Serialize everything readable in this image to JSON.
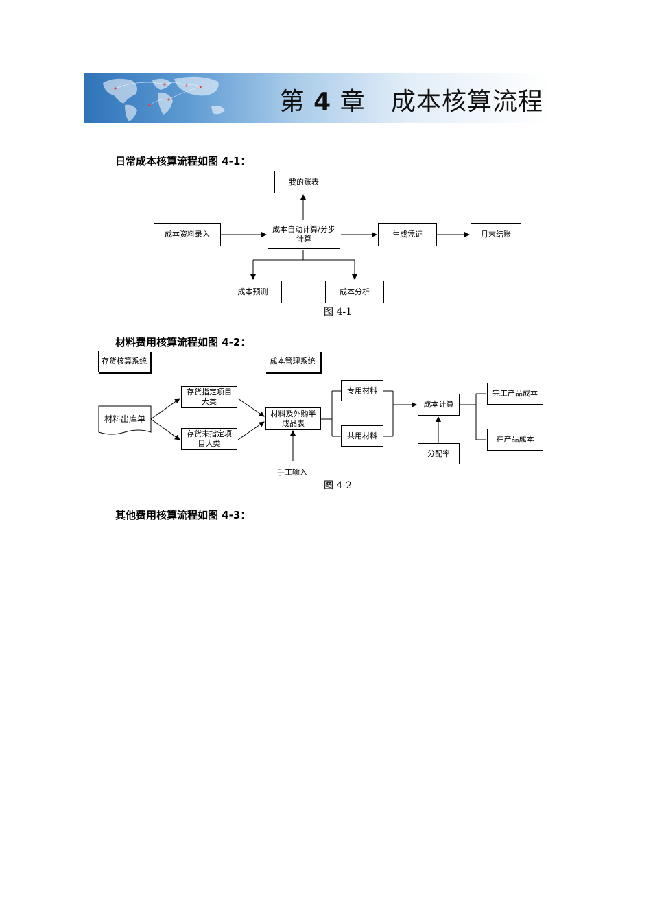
{
  "banner": {
    "chapter_prefix": "第",
    "chapter_number": "4",
    "chapter_suffix": "章",
    "chapter_title": "成本核算流程"
  },
  "sections": {
    "s1_heading": "日常成本核算流程如图 4-1：",
    "s2_heading": "材料费用核算流程如图 4-2：",
    "s3_heading": "其他费用核算流程如图 4-3："
  },
  "fig1": {
    "my_ledger": "我的账表",
    "data_entry": "成本资料录入",
    "auto_calc": "成本自动计算/分步计算",
    "gen_voucher": "生成凭证",
    "month_close": "月末结账",
    "forecast": "成本预测",
    "analysis": "成本分析",
    "caption": "图 4-1"
  },
  "fig2": {
    "inventory_system": "存货核算系统",
    "cost_mgmt_system": "成本管理系统",
    "issue_slip": "材料出库单",
    "designated": "存货指定项目大类",
    "undesignated": "存货未指定项目大类",
    "materials_table": "材料及外购半成品表",
    "manual_input": "手工输入",
    "special_material": "专用材料",
    "shared_material": "共用材料",
    "cost_calc": "成本计算",
    "allocation_rate": "分配率",
    "finished_cost": "完工产品成本",
    "wip_cost": "在产品成本",
    "caption": "图 4-2"
  }
}
